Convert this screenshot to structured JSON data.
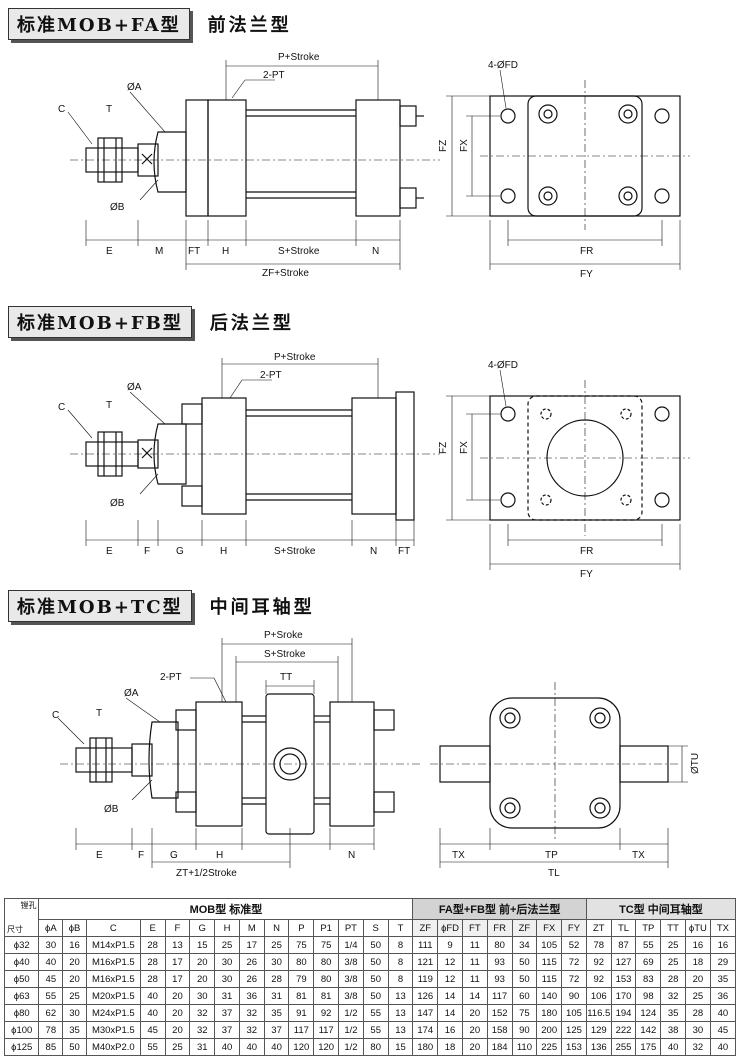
{
  "sections": [
    {
      "title": "标准MOB+FA型",
      "subtitle": "前法兰型"
    },
    {
      "title": "标准MOB+FB型",
      "subtitle": "后法兰型"
    },
    {
      "title": "标准MOB+TC型",
      "subtitle": "中间耳轴型"
    }
  ],
  "fa": {
    "labels": {
      "p_stroke": "P+Stroke",
      "pt": "2-PT",
      "a": "ØA",
      "b": "ØB",
      "c": "C",
      "t": "T",
      "e": "E",
      "m": "M",
      "ft": "FT",
      "h": "H",
      "s_stroke": "S+Stroke",
      "n": "N",
      "zf": "ZF+Stroke",
      "fd": "4-ØFD",
      "fz": "FZ",
      "fx": "FX",
      "fr": "FR",
      "fy": "FY"
    }
  },
  "fb": {
    "labels": {
      "p_stroke": "P+Stroke",
      "pt": "2-PT",
      "a": "ØA",
      "b": "ØB",
      "c": "C",
      "t": "T",
      "e": "E",
      "f": "F",
      "g": "G",
      "h": "H",
      "s_stroke": "S+Stroke",
      "n": "N",
      "ft": "FT",
      "fd": "4-ØFD",
      "fz": "FZ",
      "fx": "FX",
      "fr": "FR",
      "fy": "FY"
    }
  },
  "tc": {
    "labels": {
      "p_sroke": "P+Sroke",
      "s_stroke": "S+Stroke",
      "tt": "TT",
      "pt": "2-PT",
      "a": "ØA",
      "b": "ØB",
      "c": "C",
      "t": "T",
      "e": "E",
      "f": "F",
      "g": "G",
      "h": "H",
      "n": "N",
      "zt": "ZT+1/2Stroke",
      "tu": "ØTU",
      "tx": "TX",
      "tp": "TP",
      "tl": "TL"
    }
  },
  "table": {
    "corner_top": "镗孔",
    "corner_bottom": "尺寸",
    "group_mob": "MOB型 标准型",
    "group_fa": "FA型+FB型 前+后法兰型",
    "group_tc": "TC型 中间耳轴型",
    "columns": [
      "ϕA",
      "ϕB",
      "C",
      "E",
      "F",
      "G",
      "H",
      "M",
      "N",
      "P",
      "P1",
      "PT",
      "S",
      "T",
      "ZF",
      "ϕFD",
      "FT",
      "FR",
      "ZF",
      "FX",
      "FY",
      "ZT",
      "TL",
      "TP",
      "TT",
      "ϕTU",
      "TX"
    ],
    "rows": [
      [
        "ϕ32",
        "30",
        "16",
        "M14xP1.5",
        "28",
        "13",
        "15",
        "25",
        "17",
        "25",
        "75",
        "75",
        "1/4",
        "50",
        "8",
        "111",
        "9",
        "11",
        "80",
        "34",
        "105",
        "52",
        "78",
        "87",
        "55",
        "25",
        "16",
        "16"
      ],
      [
        "ϕ40",
        "40",
        "20",
        "M16xP1.5",
        "28",
        "17",
        "20",
        "30",
        "26",
        "30",
        "80",
        "80",
        "3/8",
        "50",
        "8",
        "121",
        "12",
        "11",
        "93",
        "50",
        "115",
        "72",
        "92",
        "127",
        "69",
        "25",
        "18",
        "29"
      ],
      [
        "ϕ50",
        "45",
        "20",
        "M16xP1.5",
        "28",
        "17",
        "20",
        "30",
        "26",
        "28",
        "79",
        "80",
        "3/8",
        "50",
        "8",
        "119",
        "12",
        "11",
        "93",
        "50",
        "115",
        "72",
        "92",
        "153",
        "83",
        "28",
        "20",
        "35"
      ],
      [
        "ϕ63",
        "55",
        "25",
        "M20xP1.5",
        "40",
        "20",
        "30",
        "31",
        "36",
        "31",
        "81",
        "81",
        "3/8",
        "50",
        "13",
        "126",
        "14",
        "14",
        "117",
        "60",
        "140",
        "90",
        "106",
        "170",
        "98",
        "32",
        "25",
        "36"
      ],
      [
        "ϕ80",
        "62",
        "30",
        "M24xP1.5",
        "40",
        "20",
        "32",
        "37",
        "32",
        "35",
        "91",
        "92",
        "1/2",
        "55",
        "13",
        "147",
        "14",
        "20",
        "152",
        "75",
        "180",
        "105",
        "116.5",
        "194",
        "124",
        "35",
        "28",
        "40"
      ],
      [
        "ϕ100",
        "78",
        "35",
        "M30xP1.5",
        "45",
        "20",
        "32",
        "37",
        "32",
        "37",
        "117",
        "117",
        "1/2",
        "55",
        "13",
        "174",
        "16",
        "20",
        "158",
        "90",
        "200",
        "125",
        "129",
        "222",
        "142",
        "38",
        "30",
        "45"
      ],
      [
        "ϕ125",
        "85",
        "50",
        "M40xP2.0",
        "55",
        "25",
        "31",
        "40",
        "40",
        "40",
        "120",
        "120",
        "1/2",
        "80",
        "15",
        "180",
        "18",
        "20",
        "184",
        "110",
        "225",
        "153",
        "136",
        "255",
        "175",
        "40",
        "32",
        "40"
      ]
    ]
  }
}
